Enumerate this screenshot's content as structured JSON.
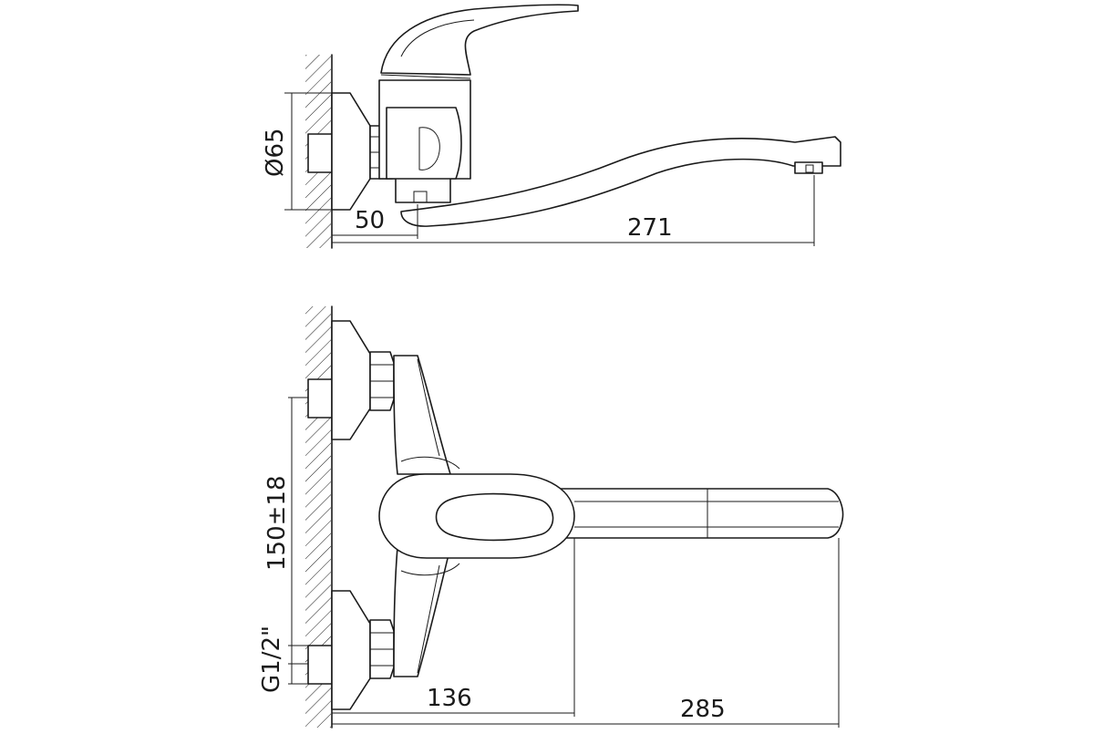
{
  "drawing": {
    "top_view": {
      "diameter_label": "Ø65",
      "dim_wall_to_body": "50",
      "dim_spout_reach": "271"
    },
    "front_view": {
      "dim_center_distance": "150±18",
      "dim_thread": "G1/2\"",
      "dim_wall_to_handle": "136",
      "dim_total_reach": "285"
    }
  }
}
